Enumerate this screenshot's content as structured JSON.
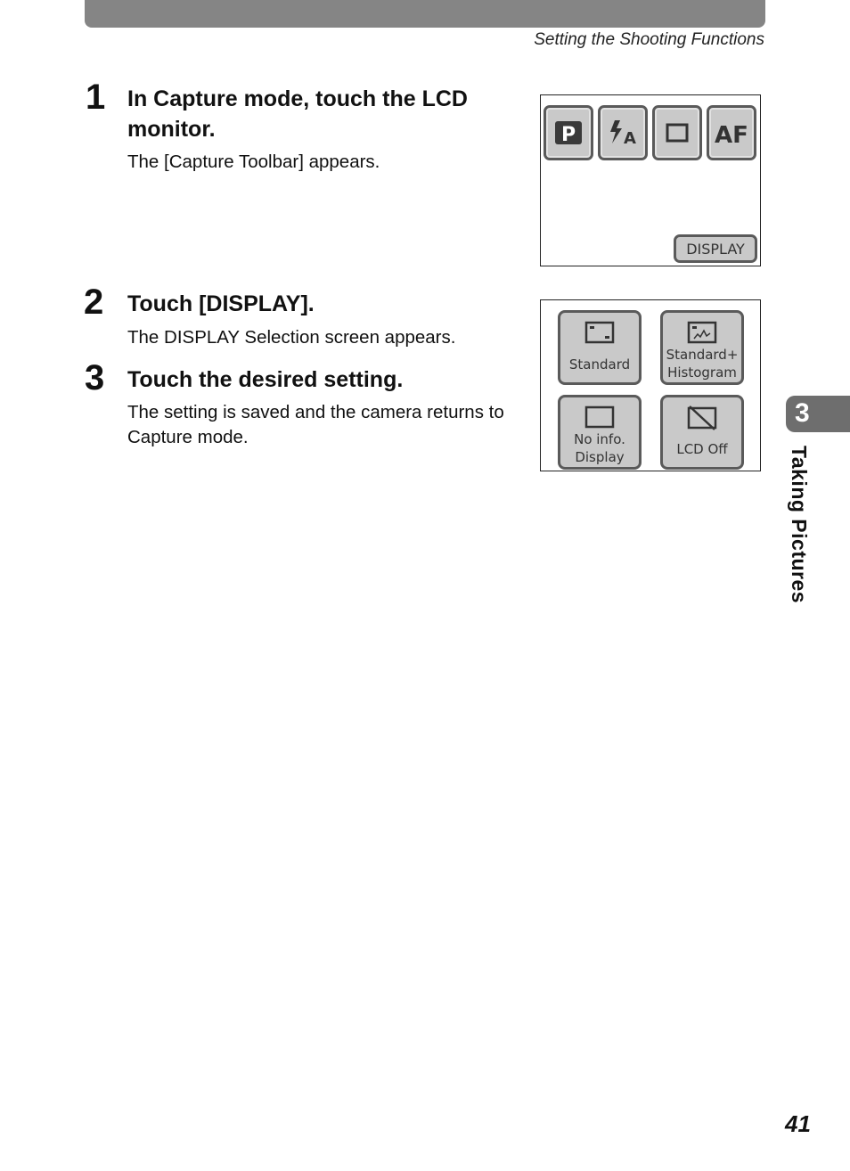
{
  "header": {
    "section_title": "Setting the Shooting Functions"
  },
  "steps": [
    {
      "number": "1",
      "title": "In Capture mode, touch the LCD monitor.",
      "body": "The [Capture Toolbar] appears."
    },
    {
      "number": "2",
      "title": "Touch [DISPLAY].",
      "body": "The DISPLAY Selection screen appears."
    },
    {
      "number": "3",
      "title": "Touch the desired setting.",
      "body": "The setting is saved and the camera returns to Capture mode."
    }
  ],
  "capture_toolbar": {
    "buttons": [
      {
        "icon": "program-mode-icon"
      },
      {
        "icon": "flash-auto-icon"
      },
      {
        "icon": "single-frame-icon"
      },
      {
        "icon": "autofocus-icon"
      }
    ],
    "display_label": "DISPLAY"
  },
  "display_selection": {
    "options": [
      {
        "label": "Standard",
        "icon": "standard-display-icon"
      },
      {
        "label": "Standard+\nHistogram",
        "icon": "histogram-display-icon"
      },
      {
        "label": "No info.\nDisplay",
        "icon": "no-info-display-icon"
      },
      {
        "label": "LCD Off",
        "icon": "lcd-off-icon"
      }
    ]
  },
  "chapter": {
    "number": "3",
    "title": "Taking Pictures"
  },
  "page_number": "41"
}
